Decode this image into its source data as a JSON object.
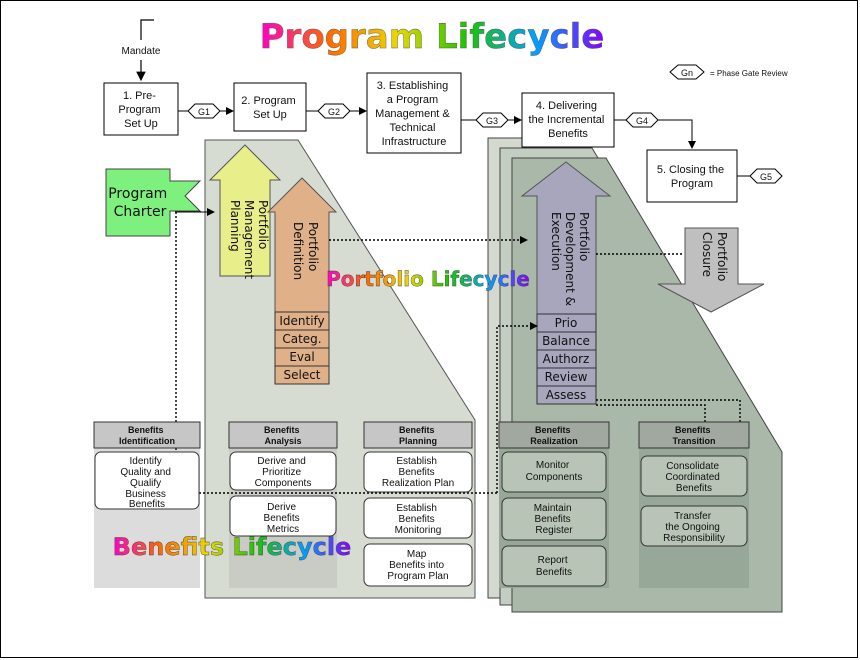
{
  "title": "Program Lifecycle",
  "mandate": "Mandate",
  "legend": {
    "gate": "Gn",
    "text": "= Phase Gate Review"
  },
  "steps": [
    {
      "lines": [
        "1. Pre-",
        "Program",
        "Set Up"
      ]
    },
    {
      "lines": [
        "2. Program",
        "Set Up"
      ]
    },
    {
      "lines": [
        "3. Establishing",
        "a Program",
        "Management &",
        "Technical",
        "Infrastructure"
      ]
    },
    {
      "lines": [
        "4. Delivering",
        "the Incremental",
        "Benefits"
      ]
    },
    {
      "lines": [
        "5. Closing the",
        "Program"
      ]
    }
  ],
  "gates": [
    "G1",
    "G2",
    "G3",
    "G4",
    "G5"
  ],
  "program_charter": [
    "Program",
    "Charter"
  ],
  "arrows": {
    "portfolio_management_planning": [
      "Portfolio",
      "Management",
      "Planning"
    ],
    "portfolio_definition": [
      "Portfolio",
      "Definition"
    ],
    "portfolio_development": [
      "Portfolio",
      "Development &",
      "Execution"
    ],
    "portfolio_closure": [
      "Portfolio",
      "Closure"
    ]
  },
  "definition_steps": [
    "Identify",
    "Categ.",
    "Eval",
    "Select"
  ],
  "execution_steps": [
    "Prio",
    "Balance",
    "Authorz",
    "Review",
    "Assess"
  ],
  "portfolio_lifecycle_label": "Portfolio Lifecycle",
  "benefits_lifecycle_label": "Benefits Lifecycle",
  "benefit_columns": [
    {
      "header": [
        "Benefits",
        "Identification"
      ],
      "items": [
        [
          "Identify",
          "Quality and",
          "Qualify",
          "Business",
          "Benefits"
        ]
      ]
    },
    {
      "header": [
        "Benefits",
        "Analysis"
      ],
      "items": [
        [
          "Derive and",
          "Prioritize",
          "Components"
        ],
        [
          "Derive",
          "Benefits",
          "Metrics"
        ]
      ]
    },
    {
      "header": [
        "Benefits",
        "Planning"
      ],
      "items": [
        [
          "Establish",
          "Benefits",
          "Realization Plan"
        ],
        [
          "Establish",
          "Benefits",
          "Monitoring"
        ],
        [
          "Map",
          "Benefits into",
          "Program Plan"
        ]
      ]
    },
    {
      "header": [
        "Benefits",
        "Realization"
      ],
      "items": [
        [
          "Monitor",
          "Components"
        ],
        [
          "Maintain",
          "Benefits",
          "Register"
        ],
        [
          "Report",
          "Benefits"
        ]
      ]
    },
    {
      "header": [
        "Benefits",
        "Transition"
      ],
      "items": [
        [
          "Consolidate",
          "Coordinated",
          "Benefits"
        ],
        [
          "Transfer",
          "the Ongoing",
          "Responsibility"
        ]
      ]
    }
  ],
  "colors": {
    "title_gradient": [
      "#ff00c8",
      "#ff8a00",
      "#e8d800",
      "#1cc400",
      "#00a0ff",
      "#8a00ff"
    ],
    "charter_fill": "#7ef07e",
    "mgmt_planning_fill": "#e8ee8a",
    "definition_fill": "#e0b088",
    "development_fill": "#a8a6bc",
    "closure_fill": "#bfbfbf",
    "phase_shape_fill": "#d7dcd3",
    "realization_shape_fill": "#a9b8a8",
    "benefit_header_fill": "#c6c6c6",
    "benefit_column_fill": "#dcdcdc"
  }
}
